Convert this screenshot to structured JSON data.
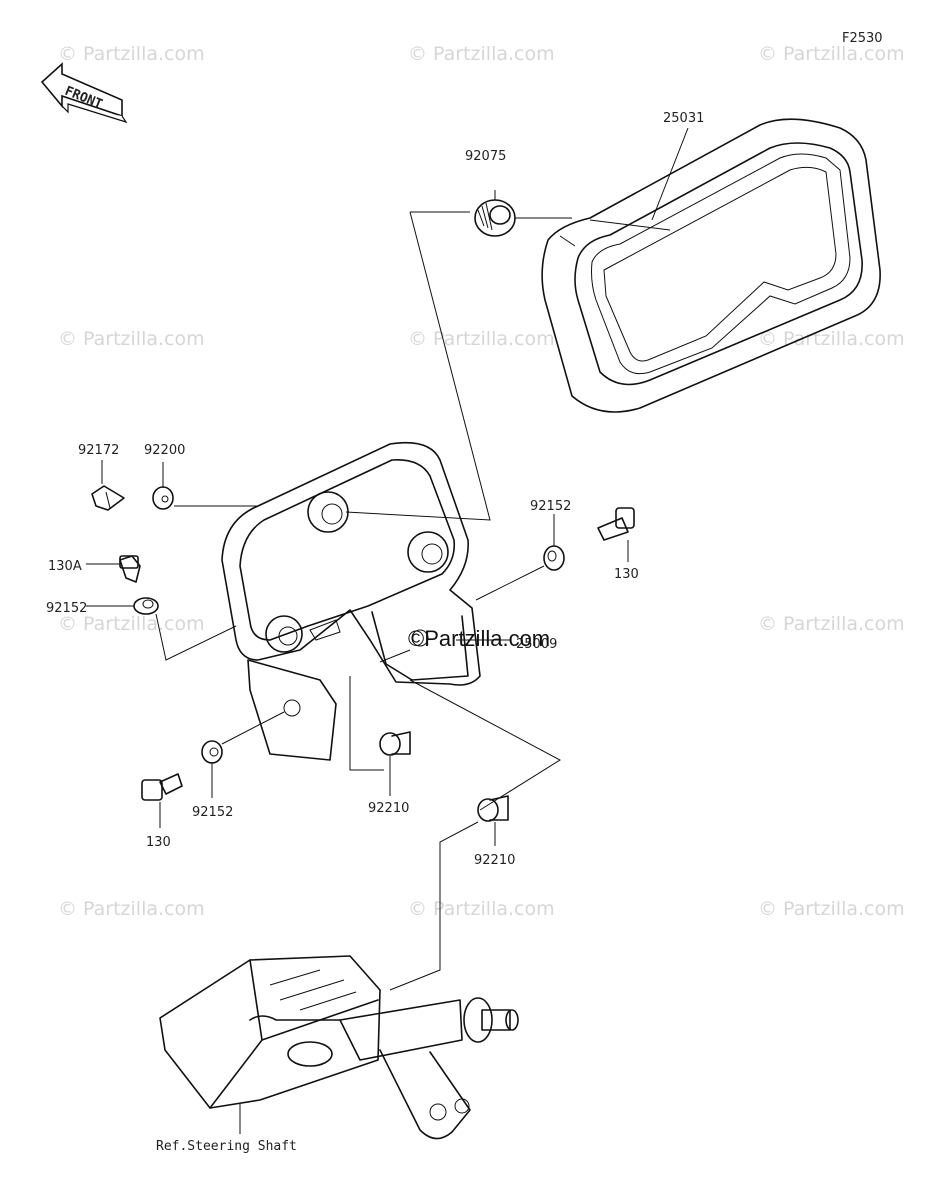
{
  "figure_code": "F2530",
  "front_arrow_text": "FRONT",
  "watermark": "© Partzilla.com",
  "watermark_brand": "©Partzilla.com",
  "ref_note": "Ref.Steering Shaft",
  "labels": {
    "p25031": "25031",
    "p92075": "92075",
    "p92172": "92172",
    "p92200": "92200",
    "p130A": "130A",
    "p92152_left": "92152",
    "p92152_right": "92152",
    "p130_right": "130",
    "p25009": "25009",
    "p92152_bottom": "92152",
    "p130_bottom": "130",
    "p92210_mid": "92210",
    "p92210_low": "92210"
  }
}
